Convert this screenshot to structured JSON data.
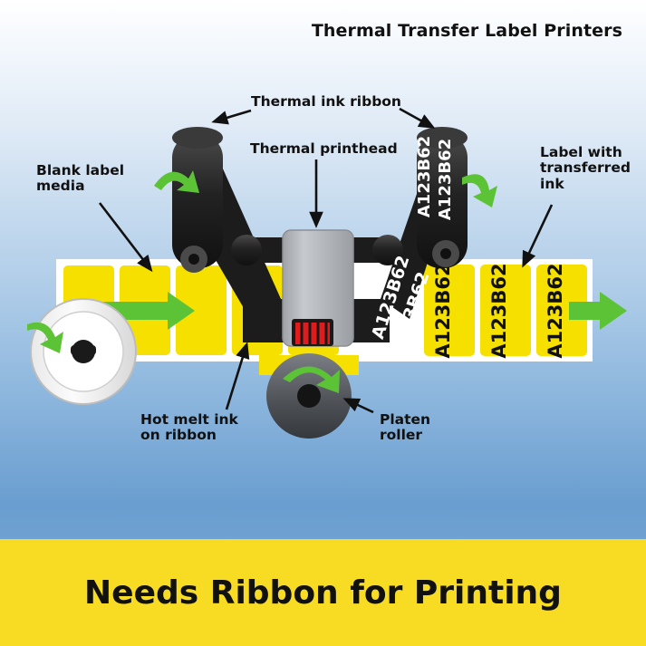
{
  "title": "Thermal Transfer Label Printers",
  "footer": {
    "text": "Needs Ribbon for Printing"
  },
  "colors": {
    "footer_bg": "#f7dc23",
    "label_yellow": "#f5e000",
    "arrow_green": "#5cc236",
    "printhead_gray": "#b0b3b8",
    "roller_dark": "#2b2b2b",
    "heater_red": "#e01b1b",
    "text": "#111111",
    "bg_top": "#ffffff",
    "bg_bottom": "#6a9ed0"
  },
  "annotations": [
    {
      "id": "thermal-ink-ribbon",
      "text": "Thermal ink ribbon"
    },
    {
      "id": "thermal-printhead",
      "text": "Thermal printhead"
    },
    {
      "id": "blank-label-media",
      "text": "Blank label\nmedia"
    },
    {
      "id": "label-with-transferred-ink",
      "text": "Label with\ntransferred\nink"
    },
    {
      "id": "hot-melt-ink-on-ribbon",
      "text": "Hot melt ink\non ribbon"
    },
    {
      "id": "platen-roller",
      "text": "Platen\nroller"
    }
  ],
  "printed_labels": {
    "code": "A123B62",
    "count_on_ribbon": 4,
    "count_on_media": 3
  }
}
